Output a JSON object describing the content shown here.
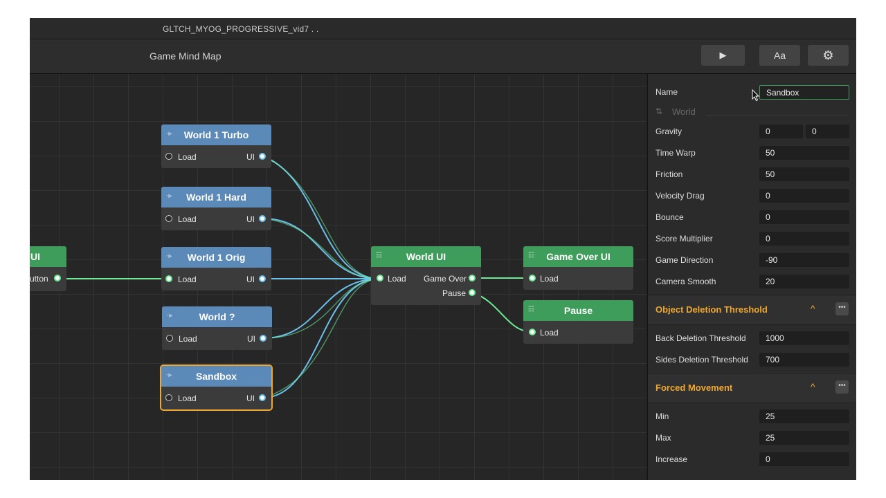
{
  "window": {
    "title": "GLTCH_MYOG_PROGRESSIVE_vid7 . ."
  },
  "toolbar": {
    "title": "Game Mind Map",
    "play_icon": "▶",
    "font_label": "Aa",
    "settings_icon": "⚙"
  },
  "nodes": {
    "left_partial": {
      "title": "UI",
      "out_label": "utton"
    },
    "turbo": {
      "title": "World 1 Turbo",
      "in_label": "Load",
      "out_label": "UI"
    },
    "hard": {
      "title": "World 1 Hard",
      "in_label": "Load",
      "out_label": "UI"
    },
    "orig": {
      "title": "World 1 Orig",
      "in_label": "Load",
      "out_label": "UI"
    },
    "q": {
      "title": "World ?",
      "in_label": "Load",
      "out_label": "UI"
    },
    "sandbox": {
      "title": "Sandbox",
      "in_label": "Load",
      "out_label": "UI"
    },
    "worldui": {
      "title": "World UI",
      "in_label": "Load",
      "out1_label": "Game Over",
      "out2_label": "Pause"
    },
    "gameover": {
      "title": "Game Over UI",
      "in_label": "Load"
    },
    "pause": {
      "title": "Pause",
      "in_label": "Load"
    }
  },
  "panel": {
    "name_label": "Name",
    "name_value": "Sandbox",
    "group_label": "World",
    "props": [
      {
        "label": "Gravity",
        "value": "0",
        "value2": "0"
      },
      {
        "label": "Time Warp",
        "value": "50"
      },
      {
        "label": "Friction",
        "value": "50"
      },
      {
        "label": "Velocity Drag",
        "value": "0"
      },
      {
        "label": "Bounce",
        "value": "0"
      },
      {
        "label": "Score Multiplier",
        "value": "0"
      },
      {
        "label": "Game Direction",
        "value": "-90"
      },
      {
        "label": "Camera Smooth",
        "value": "20"
      }
    ],
    "sections": [
      {
        "title": "Object Deletion Threshold",
        "props": [
          {
            "label": "Back Deletion Threshold",
            "value": "1000"
          },
          {
            "label": "Sides Deletion Threshold",
            "value": "700"
          }
        ]
      },
      {
        "title": "Forced Movement",
        "props": [
          {
            "label": "Min",
            "value": "25"
          },
          {
            "label": "Max",
            "value": "25"
          },
          {
            "label": "Increase",
            "value": "0"
          }
        ]
      }
    ],
    "more_glyph": "•••",
    "caret_glyph": "^"
  },
  "colors": {
    "accent": "#f0a830",
    "node_blue": "#5b89b8",
    "node_green": "#3f9d5b",
    "wire_blue": "#6cc0ec",
    "wire_green": "#6fea95"
  }
}
